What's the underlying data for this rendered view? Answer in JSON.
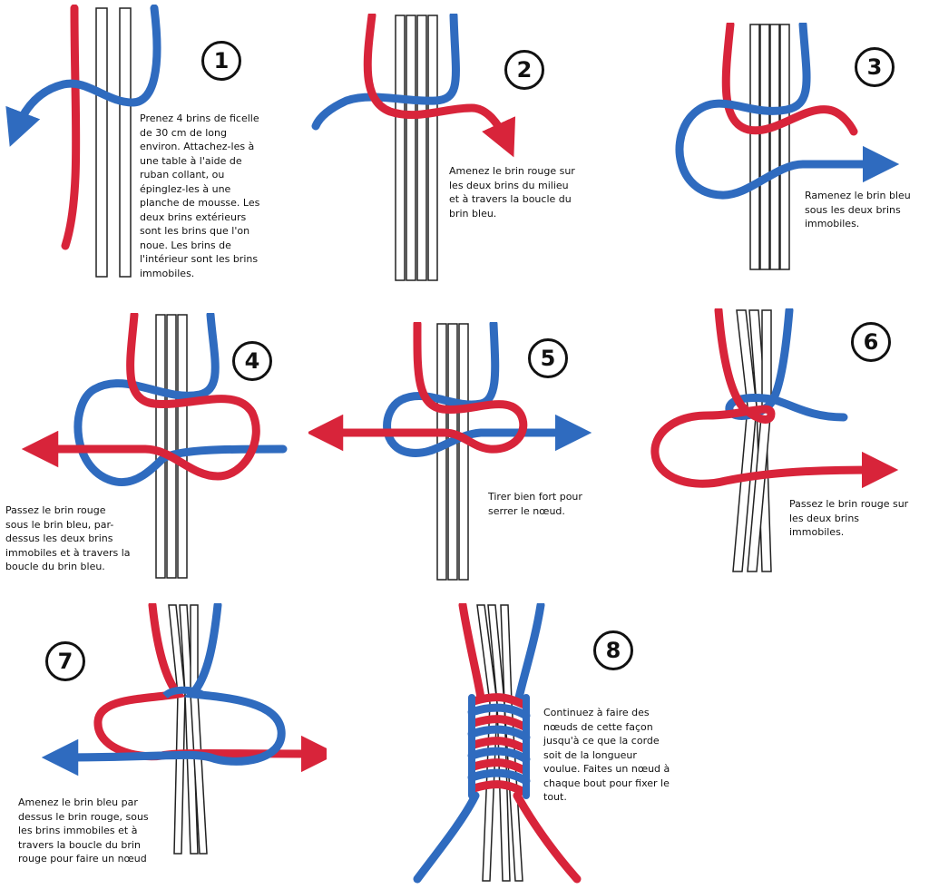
{
  "colors": {
    "red": "#d8243a",
    "blue": "#2f6bbf",
    "strand_fill": "#ffffff",
    "strand_outline": "#222222"
  },
  "steps": [
    {
      "number": "1",
      "lines": [
        "Prenez 4 brins de ficelle",
        "de 30 cm de long",
        "environ. Attachez-les à",
        "une table à l'aide de",
        "ruban collant, ou",
        "épinglez-les à une",
        "planche de mousse. Les",
        "deux brins extérieurs",
        "sont les brins que l'on",
        "noue. Les brins de",
        "l'intérieur sont les brins",
        "immobiles."
      ]
    },
    {
      "number": "2",
      "lines": [
        "Amenez le brin rouge sur",
        "les deux brins du milieu",
        "et à travers la boucle du",
        "brin bleu."
      ]
    },
    {
      "number": "3",
      "lines": [
        "Ramenez le brin bleu",
        "sous les deux brins",
        "immobiles."
      ]
    },
    {
      "number": "4",
      "lines": [
        "Passez le brin rouge",
        "sous le brin bleu, par-",
        "dessus les deux brins",
        "immobiles et à travers la",
        "boucle du brin bleu."
      ]
    },
    {
      "number": "5",
      "lines": [
        "Tirer bien fort pour",
        "serrer le nœud."
      ]
    },
    {
      "number": "6",
      "lines": [
        "Passez le brin rouge sur",
        "les deux brins",
        "immobiles."
      ]
    },
    {
      "number": "7",
      "lines": [
        "Amenez le brin bleu par",
        "dessus le brin rouge, sous",
        "les brins immobiles et à",
        "travers la boucle du brin",
        "rouge pour faire un nœud"
      ]
    },
    {
      "number": "8",
      "lines": [
        "Continuez à faire des",
        "nœuds de cette façon",
        "jusqu'à ce que la corde",
        "soit de la longueur",
        "voulue. Faites un nœud à",
        "chaque bout pour fixer le",
        "tout."
      ]
    }
  ]
}
